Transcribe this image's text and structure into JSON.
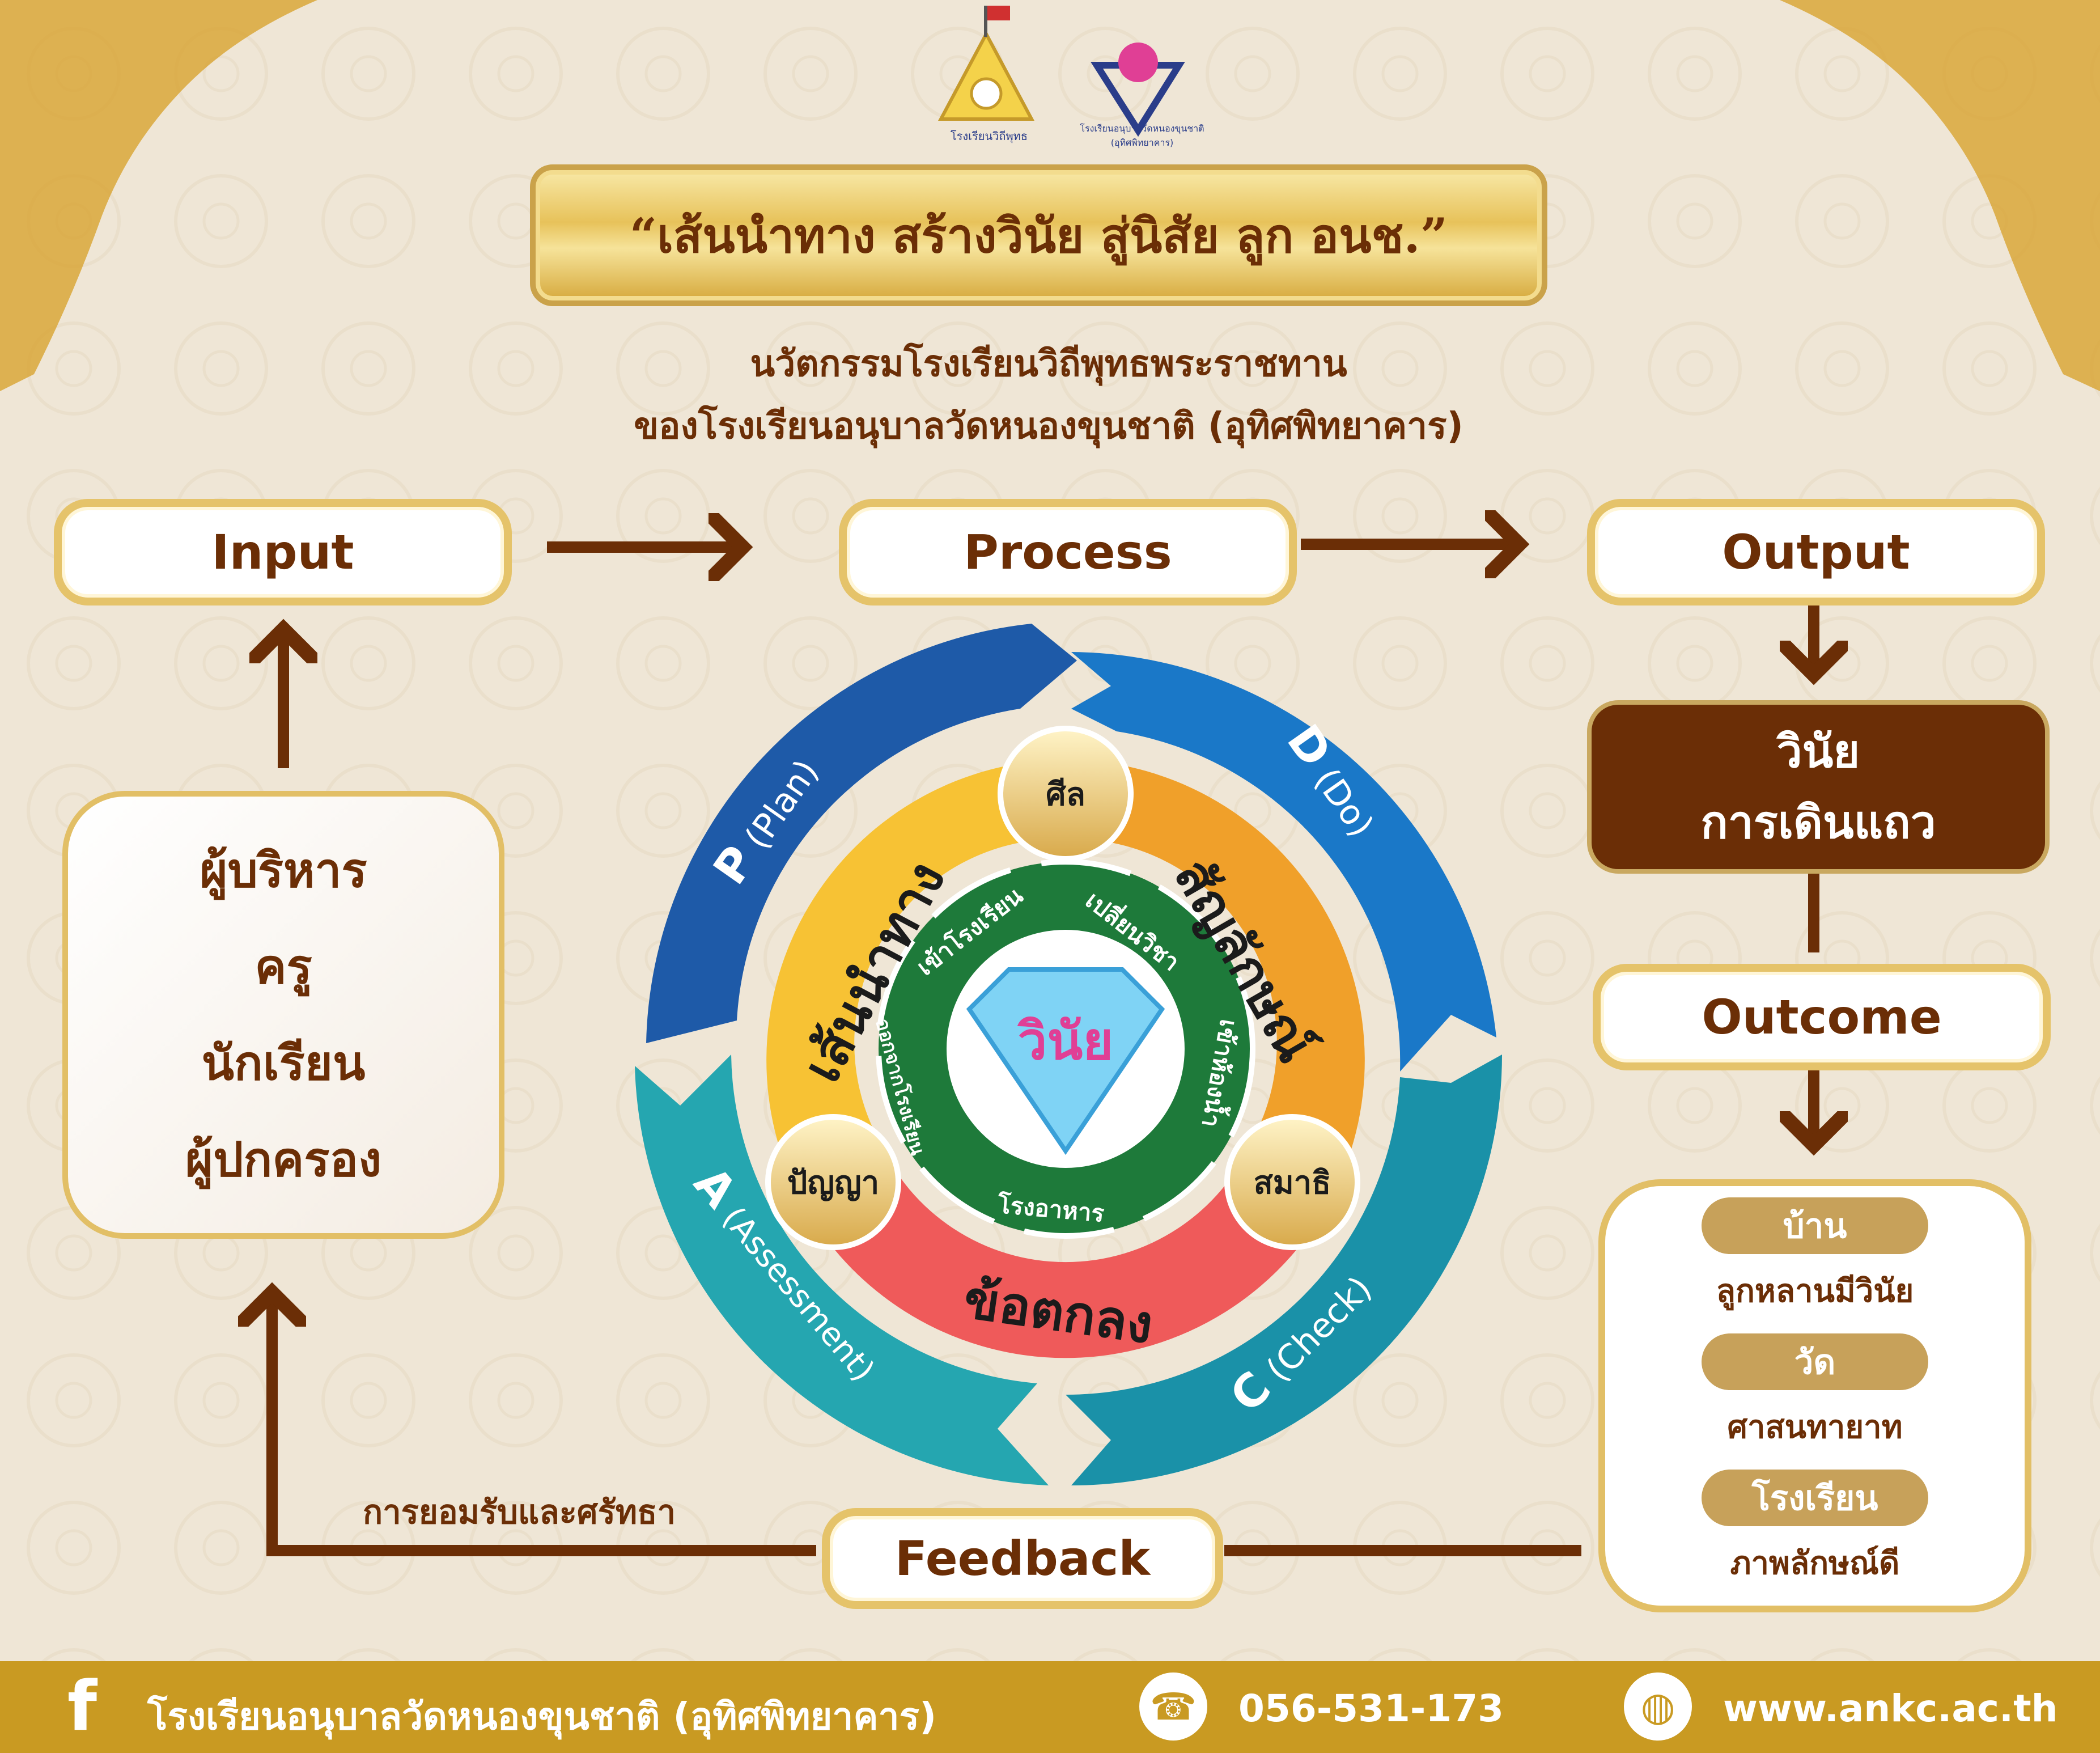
{
  "title": "“เส้นนำทาง สร้างวินัย สู่นิสัย ลูก อนช.”",
  "subtitle": {
    "line1": "นวัตกรรมโรงเรียนวิถีพุทธพระราชทาน",
    "line2": "ของโรงเรียนอนุบาลวัดหนองขุนชาติ (อุทิศพิทยาคาร)"
  },
  "logos": {
    "left": "โรงเรียนวิถีพุทธ",
    "right": "โรงเรียนอนุบาลวัดหนองขุนชาติ (อุทิศพิทยาคาร)"
  },
  "flow": {
    "input": "Input",
    "process": "Process",
    "output": "Output",
    "outcome": "Outcome",
    "feedback": "Feedback",
    "feedback_label": "การยอมรับและศรัทธา"
  },
  "stakeholders": [
    "ผู้บริหาร",
    "ครู",
    "นักเรียน",
    "ผู้ปกครอง"
  ],
  "output_box": {
    "line1": "วินัย",
    "line2": "การเดินแถว"
  },
  "cycle": {
    "p": "P",
    "p_sub": "(Plan)",
    "d": "D",
    "d_sub": "(Do)",
    "c": "C",
    "c_sub": "(Check)",
    "a": "A",
    "a_sub": "(Assessment)",
    "ring_left": "เส้นนำทาง",
    "ring_right": "สัญลักษณ์",
    "ring_bottom": "ข้อตกลง",
    "circle_top": "ศีล",
    "circle_right": "สมาธิ",
    "circle_left": "ปัญญา",
    "green": [
      "เข้าโรงเรียน",
      "เปลี่ยนวิชา",
      "เข้าห้องน้ำ",
      "โรงอาหาร",
      "ออกจากโรงเรียน"
    ],
    "center": "วินัย"
  },
  "outcomes": [
    {
      "tag": "บ้าน",
      "text": "ลูกหลานมีวินัย"
    },
    {
      "tag": "วัด",
      "text": "ศาสนทายาท"
    },
    {
      "tag": "โรงเรียน",
      "text": "ภาพลักษณ์ดี"
    }
  ],
  "footer": {
    "facebook_icon": "facebook-icon",
    "school": "โรงเรียนอนุบาลวัดหนองขุนชาติ (อุทิศพิทยาคาร)",
    "phone": "056-531-173",
    "website": "www.ankc.ac.th"
  },
  "colors": {
    "brown": "#6b2e06",
    "gold": "#e2bf66",
    "plan": "#1e5aa8",
    "do": "#1a78c8",
    "check": "#1a91a8",
    "act": "#25a6b0",
    "yellow": "#f7c234",
    "orange": "#f0a02a",
    "red": "#ef5a5a",
    "green": "#1e7a3a"
  }
}
